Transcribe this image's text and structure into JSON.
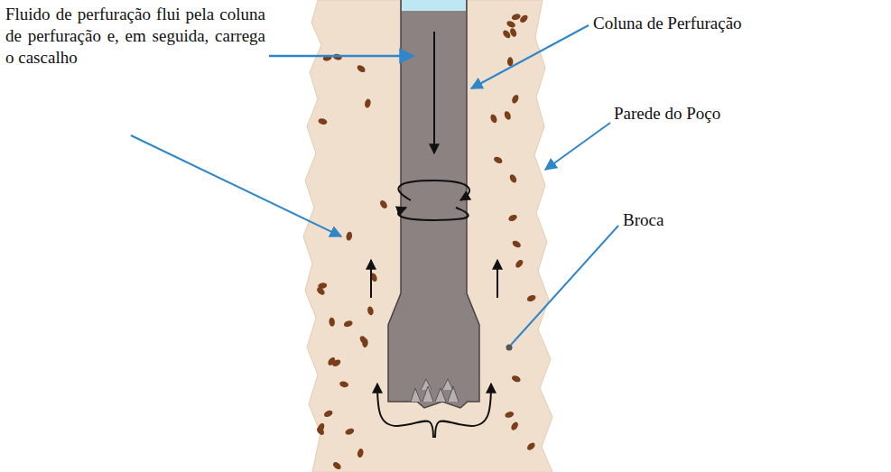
{
  "diagram": {
    "labels": [
      "Fluido de perfuração flui pela coluna de perfuração e, em seguida, carrega o cascalho",
      "Coluna de Perfuração",
      "Parede do Poço",
      "Broca"
    ]
  }
}
